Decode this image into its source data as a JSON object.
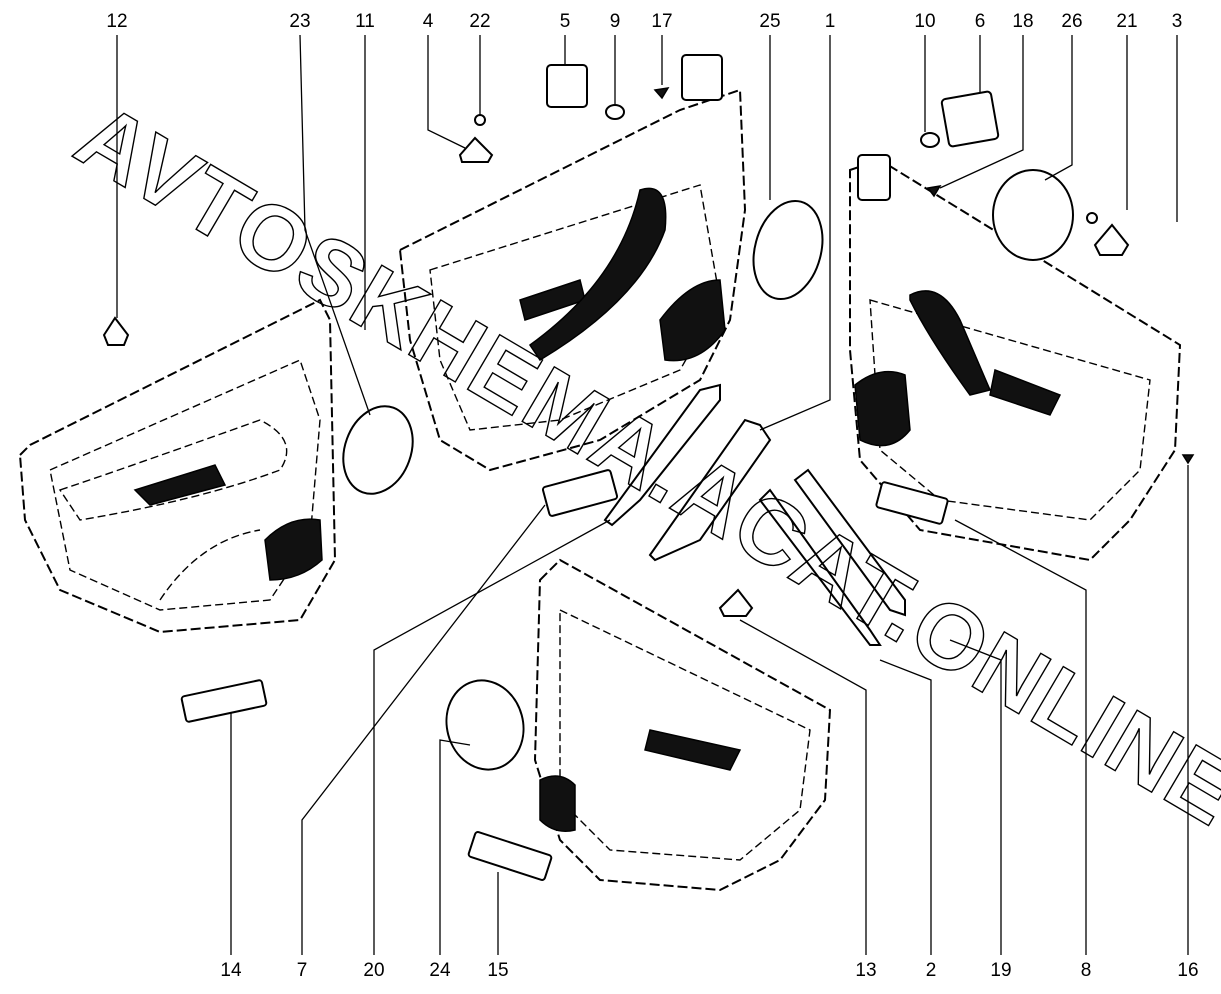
{
  "watermark": "AVTOSKHEMA.ACAT.ONLINE",
  "callouts_top": [
    "12",
    "23",
    "11",
    "4",
    "22",
    "5",
    "9",
    "17",
    "25",
    "1",
    "10",
    "6",
    "18",
    "26",
    "21",
    "3"
  ],
  "callouts_bottom": [
    "14",
    "7",
    "20",
    "24",
    "15",
    "13",
    "2",
    "19",
    "8",
    "16"
  ]
}
